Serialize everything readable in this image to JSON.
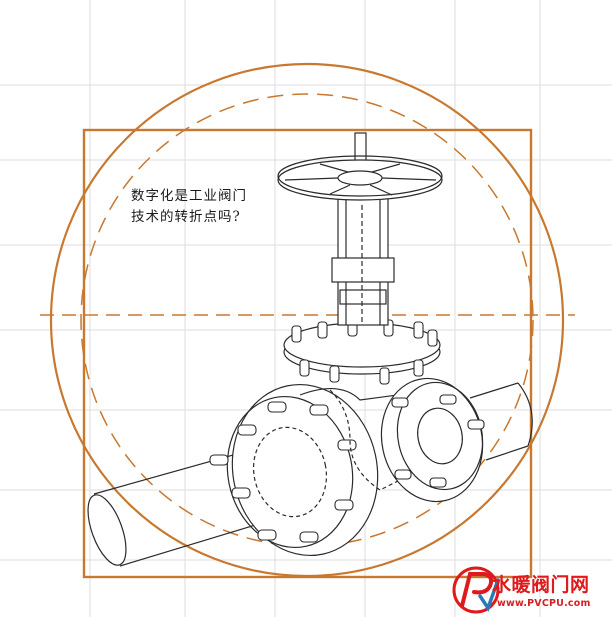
{
  "caption": {
    "line1": "数字化是工业阀门",
    "line2": "技术的转折点吗?"
  },
  "watermark": {
    "brand": "水暖阀门网",
    "url": "www.PVCPU.com"
  },
  "colors": {
    "accent_orange": "#c8782f",
    "line_drawing": "#2b2b2b",
    "grid": "#dcdcdc",
    "watermark_red": "#e0191c"
  },
  "icons": [
    "pv-logo-icon"
  ]
}
